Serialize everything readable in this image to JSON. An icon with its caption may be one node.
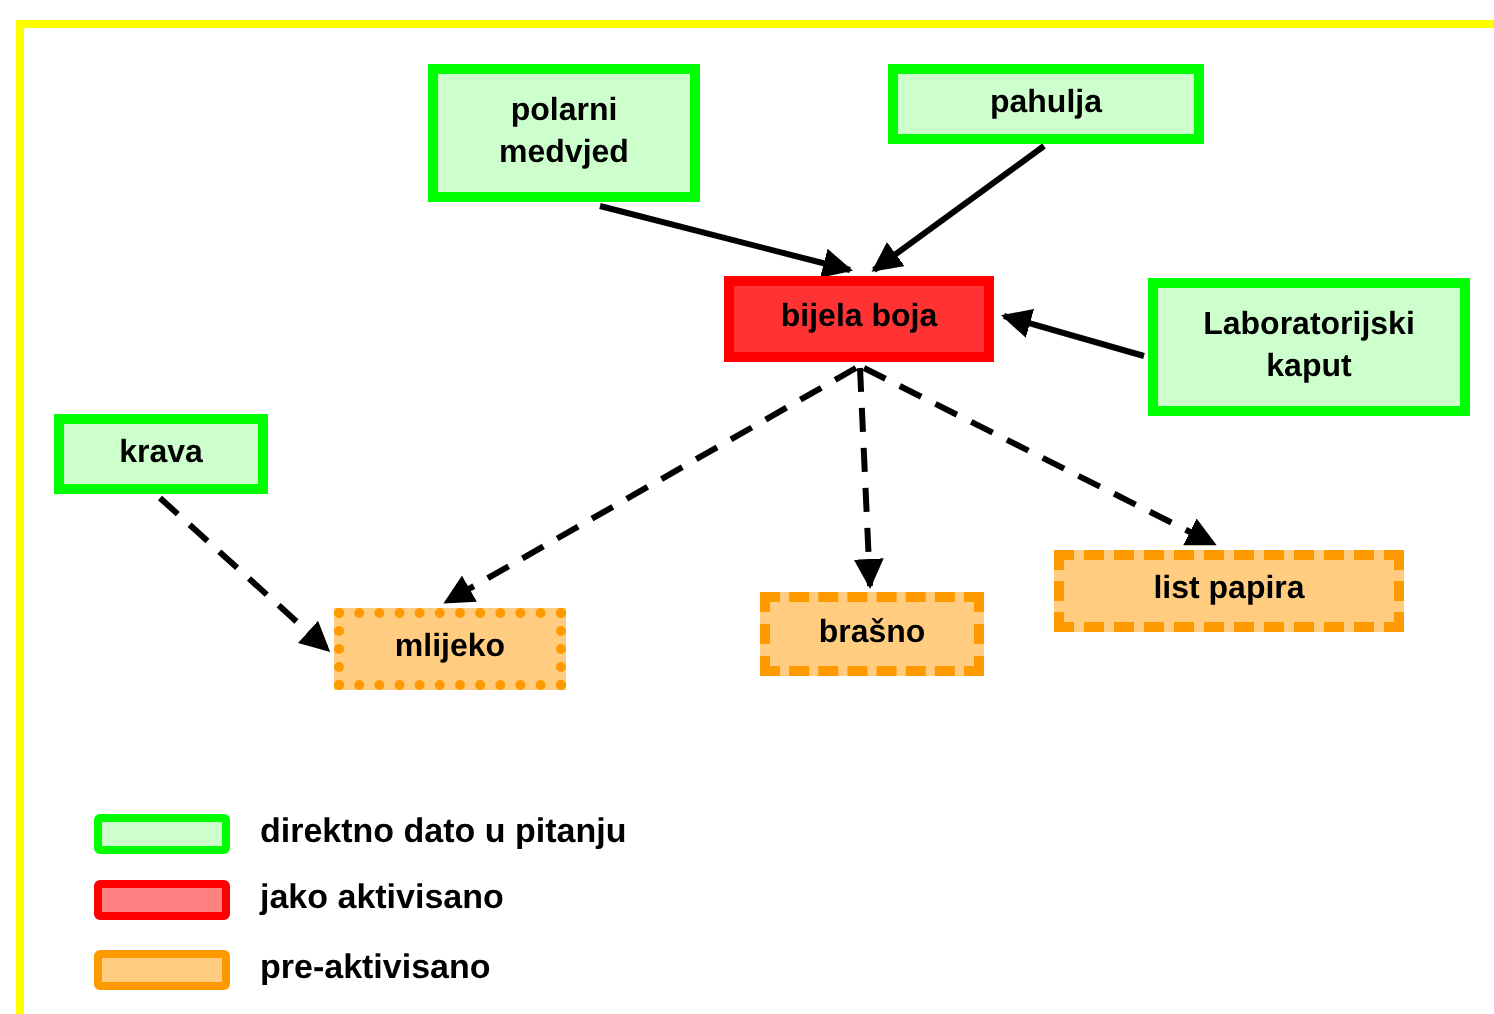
{
  "diagram": {
    "nodes": [
      {
        "text": [
          "polarni medvjed"
        ]
      },
      {
        "text": [
          "pahulja"
        ]
      },
      {
        "text": [
          "bijela boja"
        ]
      },
      {
        "text": [
          "Laboratorijski kaput"
        ]
      },
      {
        "text": [
          "krava"
        ]
      },
      {
        "text": [
          "mlijeko"
        ]
      },
      {
        "text": [
          "brašno"
        ]
      },
      {
        "text": [
          "list papira"
        ]
      }
    ],
    "edges": [
      {
        "from": 0,
        "to": 2,
        "arrow": "to"
      },
      {
        "from": 1,
        "to": 2,
        "arrow": "to"
      },
      {
        "from": 3,
        "to": 2,
        "arrow": "to"
      },
      {
        "from": 4,
        "to": 5,
        "arrow": "to",
        "style": "dashed"
      },
      {
        "from": 2,
        "to": 5,
        "arrow": "to",
        "style": "dashed"
      },
      {
        "from": 2,
        "to": 6,
        "arrow": "to",
        "style": "dashed"
      },
      {
        "from": 2,
        "to": 7,
        "arrow": "to",
        "style": "dashed"
      }
    ],
    "legend": [
      {
        "text": "direktno dato u pitanju",
        "color": "#00ff00"
      },
      {
        "text": "jako aktivisano",
        "color": "#ff0000"
      },
      {
        "text": "pre-aktivisano",
        "color": "#ff9900"
      }
    ]
  }
}
